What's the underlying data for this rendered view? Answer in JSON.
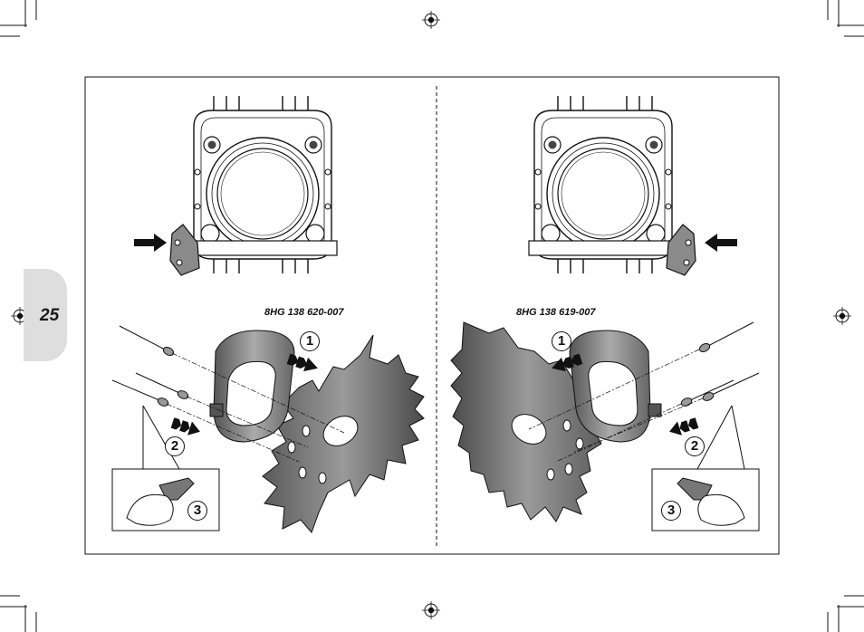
{
  "page": {
    "number": "25"
  },
  "panels": [
    {
      "id": "left",
      "part_number": "8HG 138 620-007",
      "steps": [
        "1",
        "2",
        "3"
      ]
    },
    {
      "id": "right",
      "part_number": "8HG 138 619-007",
      "steps": [
        "1",
        "2",
        "3"
      ]
    }
  ],
  "icons": [
    "registration-mark-icon",
    "crop-mark-icon",
    "arrow-icon",
    "rivet-icon",
    "rivet-gun-icon"
  ]
}
